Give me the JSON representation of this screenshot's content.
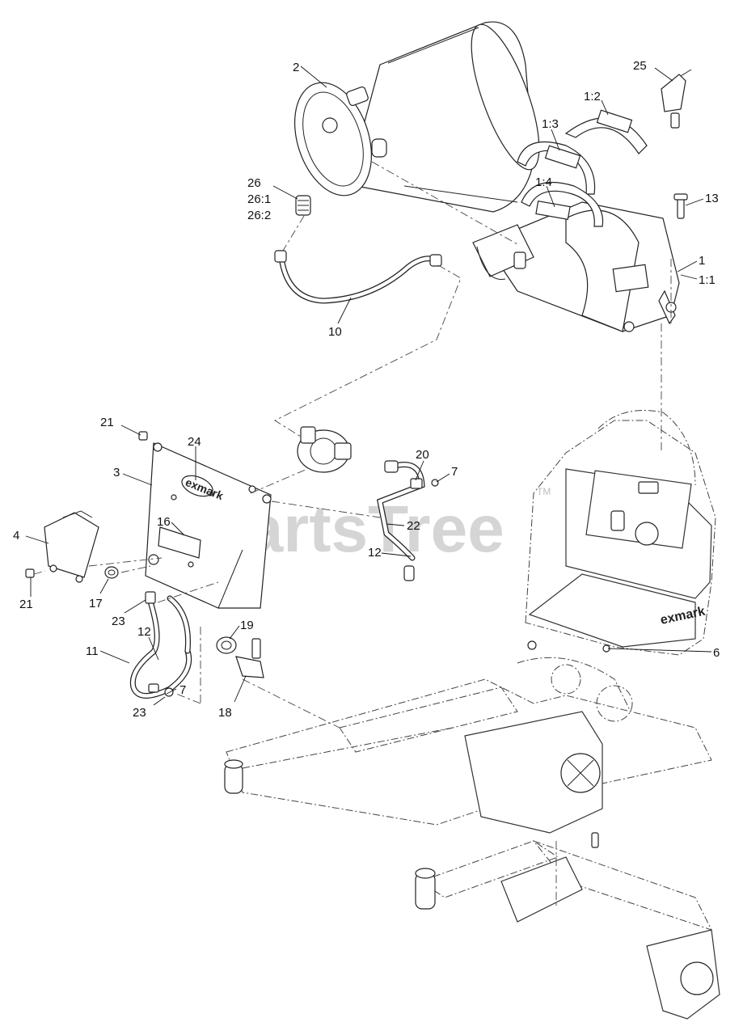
{
  "watermark": {
    "text": "PartsTree",
    "trademark": "TM"
  },
  "logos": {
    "panel": "exmark",
    "console": "exmark"
  },
  "callouts": [
    {
      "id": "c2",
      "label": "2"
    },
    {
      "id": "c25",
      "label": "25"
    },
    {
      "id": "c1_2",
      "label": "1:2"
    },
    {
      "id": "c1_3",
      "label": "1:3"
    },
    {
      "id": "c1_4",
      "label": "1:4"
    },
    {
      "id": "c13",
      "label": "13"
    },
    {
      "id": "c1",
      "label": "1"
    },
    {
      "id": "c1_1",
      "label": "1:1"
    },
    {
      "id": "c26",
      "label": "26"
    },
    {
      "id": "c26_1",
      "label": "26:1"
    },
    {
      "id": "c26_2",
      "label": "26:2"
    },
    {
      "id": "c10",
      "label": "10"
    },
    {
      "id": "c21a",
      "label": "21"
    },
    {
      "id": "c24",
      "label": "24"
    },
    {
      "id": "c3",
      "label": "3"
    },
    {
      "id": "c20",
      "label": "20"
    },
    {
      "id": "c7a",
      "label": "7"
    },
    {
      "id": "c22",
      "label": "22"
    },
    {
      "id": "c16",
      "label": "16"
    },
    {
      "id": "c4",
      "label": "4"
    },
    {
      "id": "c12a",
      "label": "12"
    },
    {
      "id": "c21b",
      "label": "21"
    },
    {
      "id": "c17",
      "label": "17"
    },
    {
      "id": "c23a",
      "label": "23"
    },
    {
      "id": "c19",
      "label": "19"
    },
    {
      "id": "c6",
      "label": "6"
    },
    {
      "id": "c12b",
      "label": "12"
    },
    {
      "id": "c11",
      "label": "11"
    },
    {
      "id": "c7b",
      "label": "7"
    },
    {
      "id": "c23b",
      "label": "23"
    },
    {
      "id": "c18",
      "label": "18"
    }
  ]
}
